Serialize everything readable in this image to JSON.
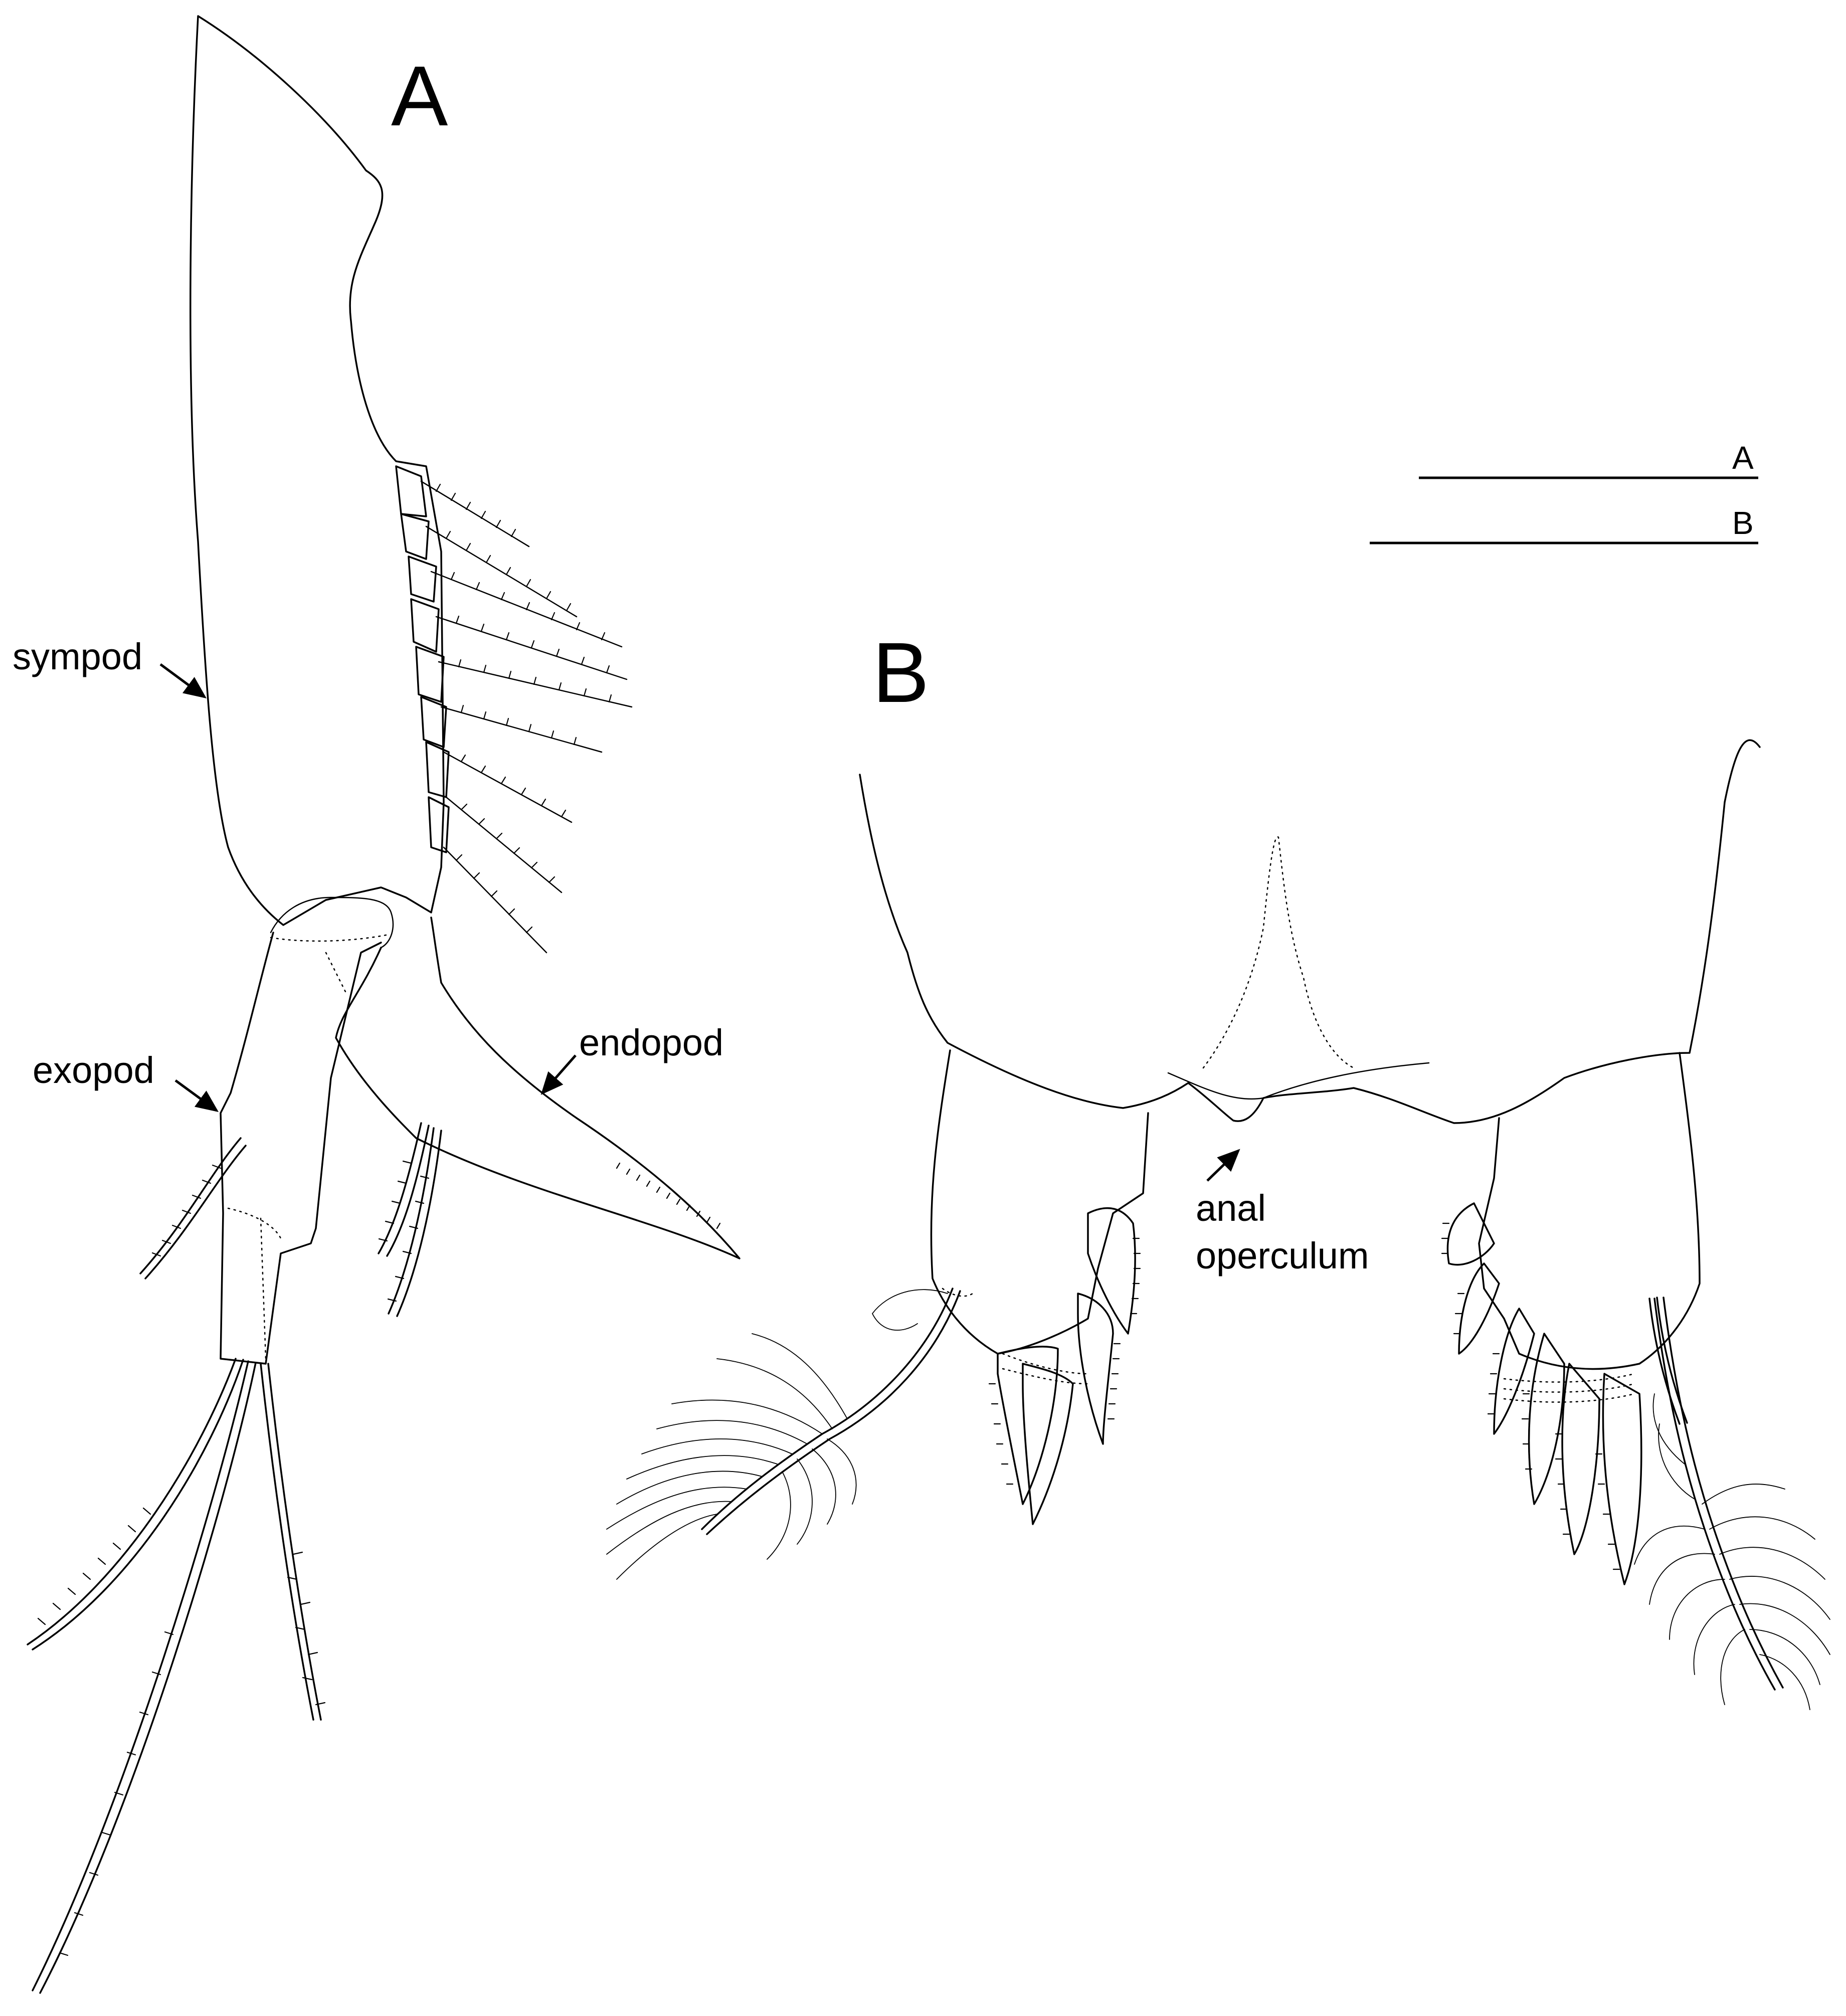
{
  "figure": {
    "panels": [
      {
        "key": "A",
        "letter": "A"
      },
      {
        "key": "B",
        "letter": "B"
      }
    ],
    "labels": {
      "sympod": "sympod",
      "exopod": "exopod",
      "endopod": "endopod",
      "anal_line1": "anal",
      "anal_line2": "operculum"
    },
    "scale_bars": [
      {
        "label": "A"
      },
      {
        "label": "B"
      }
    ],
    "colors": {
      "ink": "#000000",
      "background": "#ffffff"
    }
  }
}
